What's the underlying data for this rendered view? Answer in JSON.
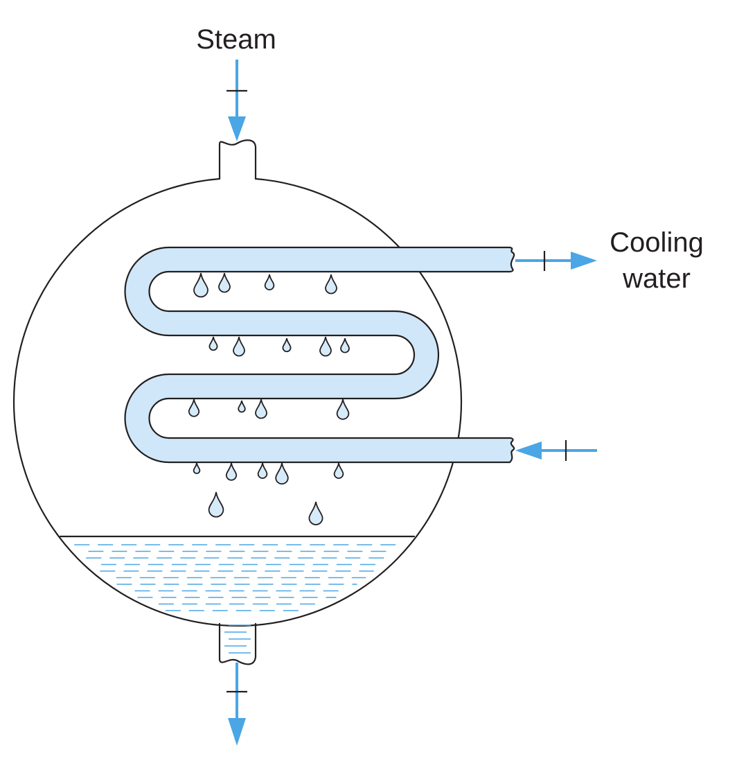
{
  "labels": {
    "steam": "Steam",
    "cooling_line1": "Cooling",
    "cooling_line2": "water"
  },
  "colors": {
    "flow": "#4aa6e4",
    "coil_fill": "#cfe7f8",
    "droplet_fill": "#d6ebf9",
    "outline": "#231f20"
  },
  "icons": {
    "steam_inlet": "arrow-down-icon",
    "cooling_water_out": "arrow-right-icon",
    "cooling_water_in": "arrow-left-icon",
    "condensate_out": "arrow-down-icon",
    "droplet": "droplet-icon"
  }
}
